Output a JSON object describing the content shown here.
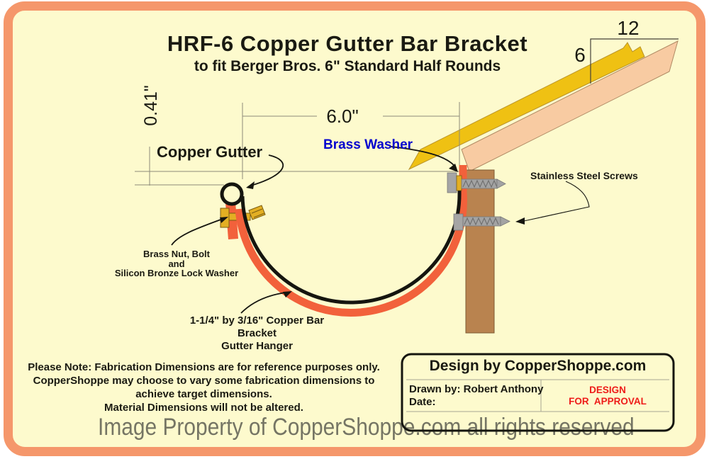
{
  "title": {
    "main": "HRF-6 Copper Gutter Bar Bracket",
    "subtitle": "to fit Berger Bros. 6\" Standard Half Rounds"
  },
  "dims": {
    "offset": "0.41\"",
    "width": "6.0\"",
    "run": "12",
    "rise": "6"
  },
  "labels": {
    "copper_gutter": "Copper Gutter",
    "brass_washer": "Brass Washer",
    "stainless": "Stainless Steel Screws",
    "brass_nut": [
      "Brass Nut, Bolt",
      "and",
      "Silicon Bronze Lock Washer"
    ],
    "hanger": [
      "1-1/4\" by 3/16\" Copper Bar Bracket",
      "Gutter Hanger"
    ]
  },
  "note": [
    "Please Note: Fabrication Dimensions are for reference purposes only.",
    "CopperShoppe may choose to vary some fabrication dimensions to",
    "achieve target dimensions.",
    "Material Dimensions will not be altered."
  ],
  "block": {
    "title": "Design by CopperShoppe.com",
    "drawn_by": "Drawn by: Robert Anthony",
    "date": "Date:",
    "status1": "DESIGN",
    "status2": "FOR APPROVAL"
  },
  "watermark": {
    "text": "Image Property of CopperShoppe.com all rights reserved"
  },
  "colors": {
    "page_background": "#FDFACD",
    "page_border": "#F5976B",
    "bracket_orange": "#F2613B",
    "gutter_black": "#15150F",
    "roof_trim_yellow": "#EFC113",
    "roof_deck_pink": "#F8CBA2",
    "fascia_brown": "#B9834F",
    "bolt_brass": "#E3AF23",
    "screw_gray": "#A5A5A5",
    "label_blue": "#0000CE",
    "status_red": "#EE1C19",
    "watermark_gray": "#6A6A5C",
    "dim_line_gray": "#8D8B79"
  }
}
